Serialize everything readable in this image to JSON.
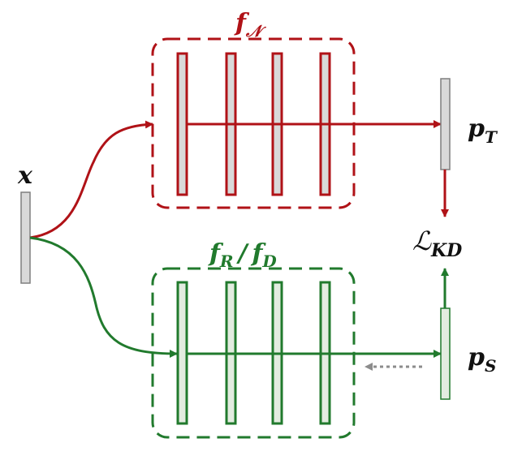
{
  "colors": {
    "teacher": "#b01217",
    "student": "#217a2d",
    "bar_fill": "#d9d9d9",
    "bar_stroke": "#7f7f7f",
    "student_bar_fill": "#e3ece0",
    "dotted_arrow": "#8c8c8c",
    "text": "#111111"
  },
  "input_label": {
    "main": "x"
  },
  "teacher_network": {
    "label_main": "f",
    "label_sub": "𝒩",
    "output_label_main": "p",
    "output_label_sub": "T",
    "layer_count": 4
  },
  "student_network": {
    "label_main_1": "f",
    "label_sub_1": "R",
    "label_sep": "/",
    "label_main_2": "f",
    "label_sub_2": "D",
    "output_label_main": "p",
    "output_label_sub": "S",
    "layer_count": 4
  },
  "loss_label": {
    "main": "ℒ",
    "sub": "KD"
  }
}
